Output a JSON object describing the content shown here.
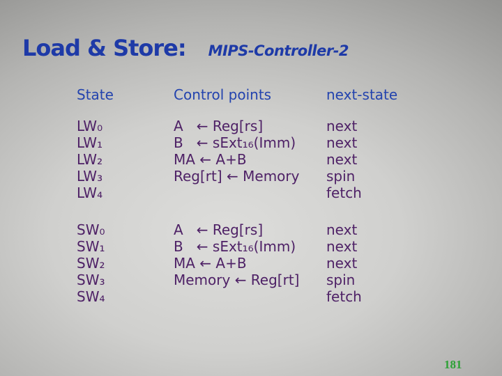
{
  "slide": {
    "title": "Load & Store:",
    "subtitle": "MIPS-Controller-2",
    "page_number": "181"
  },
  "table": {
    "headers": {
      "state": "State",
      "control_points": "Control points",
      "next_state": "next-state"
    },
    "lw": {
      "states": [
        "LW₀",
        "LW₁",
        "LW₂",
        "LW₃",
        "LW₄"
      ],
      "controls": [
        "A   ← Reg[rs]",
        "B   ← sExt₁₆(Imm)",
        "MA ← A+B",
        "Reg[rt] ← Memory"
      ],
      "next": [
        "next",
        "next",
        "next",
        "spin",
        "fetch"
      ]
    },
    "sw": {
      "states": [
        "SW₀",
        "SW₁",
        "SW₂",
        "SW₃",
        "SW₄"
      ],
      "controls": [
        "A   ← Reg[rs]",
        "B   ← sExt₁₆(Imm)",
        "MA ← A+B",
        "Memory ← Reg[rt]"
      ],
      "next": [
        "next",
        "next",
        "next",
        "spin",
        "fetch"
      ]
    }
  },
  "colors": {
    "title_blue": "#1e3aa7",
    "header_blue": "#2343ae",
    "body_purple": "#4e2166",
    "page_green": "#2da135"
  }
}
